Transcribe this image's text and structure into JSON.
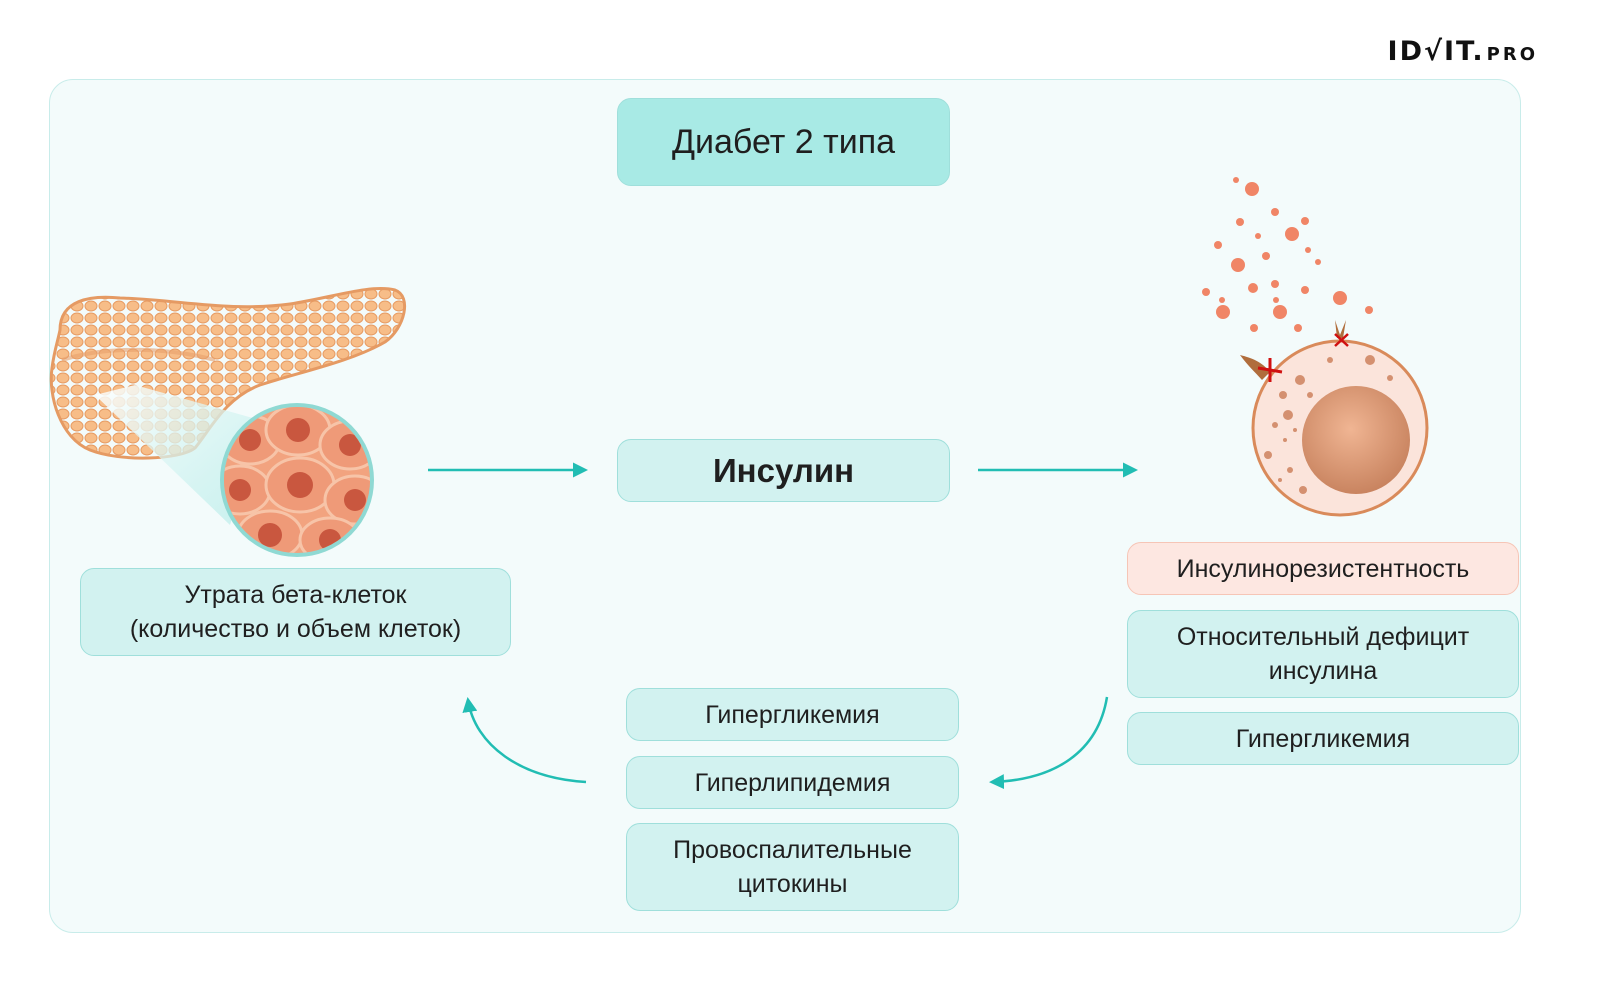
{
  "logo": {
    "main": "ID√IT.",
    "suffix": "PRO"
  },
  "title": "Диабет 2 типа",
  "center": {
    "insulin": "Инсулин"
  },
  "left": {
    "beta_cells_line1": "Утрата бета-клеток",
    "beta_cells_line2": "(количество и объем клеток)"
  },
  "right": {
    "insulin_resistance": "Инсулинорезистентность",
    "relative_deficit_line1": "Относительный дефицит",
    "relative_deficit_line2": "инсулина",
    "hyperglycemia": "Гипергликемия"
  },
  "bottom": {
    "hyperglycemia": "Гипергликемия",
    "hyperlipidemia": "Гиперлипидемия",
    "cytokines_line1": "Провоспалительные",
    "cytokines_line2": "цитокины"
  },
  "colors": {
    "panel_bg": "#f3fbfb",
    "box_bg": "#d2f2f0",
    "title_bg": "#a8eae5",
    "alert_bg": "#fde7e1",
    "arrow": "#21bdb3",
    "pancreas": "#f4b078",
    "cell": "#f3a888",
    "block_mark": "#d01010"
  }
}
